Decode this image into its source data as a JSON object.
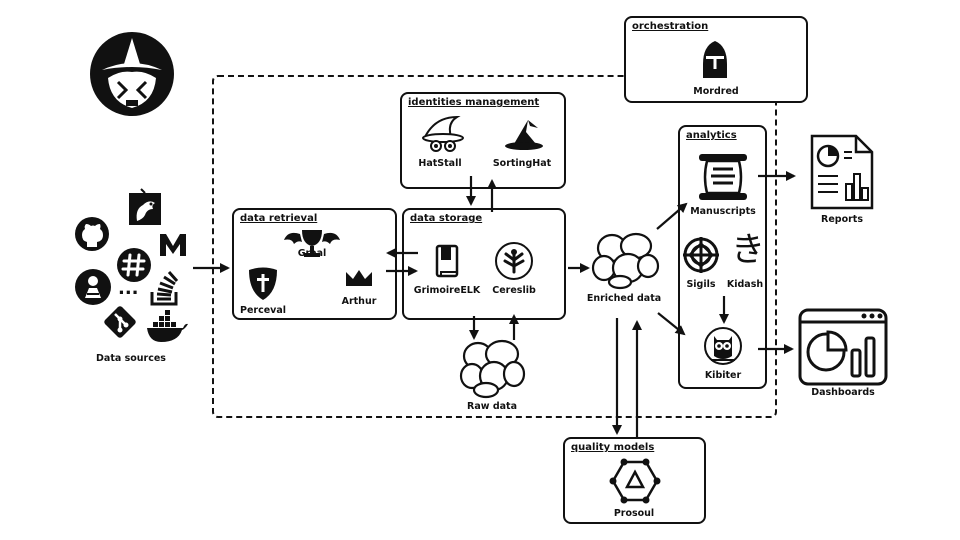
{
  "groups": {
    "orchestration": "orchestration",
    "identities": "identities management",
    "retrieval": "data retrieval",
    "storage": "data storage",
    "analytics": "analytics",
    "quality": "quality models"
  },
  "components": {
    "mordred": "Mordred",
    "hatstall": "HatStall",
    "sortinghat": "SortingHat",
    "graal": "Graal",
    "perceval": "Perceval",
    "arthur": "Arthur",
    "grimoireelk": "GrimoireELK",
    "cereslib": "Cereslib",
    "manuscripts": "Manuscripts",
    "sigils": "Sigils",
    "kidash": "Kidash",
    "kibiter": "Kibiter",
    "prosoul": "Prosoul"
  },
  "data_nodes": {
    "raw": "Raw data",
    "enriched": "Enriched data"
  },
  "outputs": {
    "reports": "Reports",
    "dashboards": "Dashboards",
    "sources": "Data sources"
  },
  "icons": {
    "logo": "grimoirelab-logo",
    "sources": [
      "github-icon",
      "bugzilla-icon",
      "gmail-m-icon",
      "slack-icon",
      "jenkins-icon",
      "stackoverflow-icon",
      "git-icon",
      "docker-icon"
    ],
    "mordred": "knight-helmet-icon",
    "hatstall": "wizard-hat-glasses-icon",
    "sortinghat": "witch-hat-icon",
    "graal": "winged-grail-icon",
    "perceval": "shield-sword-icon",
    "arthur": "crown-icon",
    "grimoireelk": "book-icon",
    "cereslib": "plant-badge-icon",
    "manuscripts": "scroll-icon",
    "sigils": "celtic-knot-icon",
    "kidash": "hiragana-icon",
    "kibiter": "owl-icon",
    "prosoul": "hexagon-network-icon",
    "reports": "document-chart-icon",
    "dashboards": "browser-chart-icon"
  },
  "kidash_glyph": "き",
  "sources_ellipsis": "..."
}
